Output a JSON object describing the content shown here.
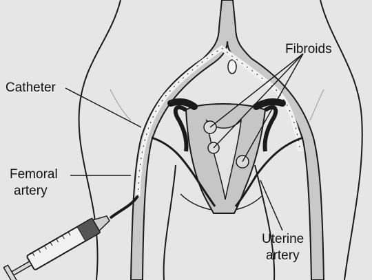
{
  "labels": {
    "catheter": "Catheter",
    "fibroids": "Fibroids",
    "femoral_artery_line1": "Femoral",
    "femoral_artery_line2": "artery",
    "uterine_artery_line1": "Uterine",
    "uterine_artery_line2": "artery"
  },
  "colors": {
    "skin": "#e6e6e6",
    "vessel": "#c9c9c9",
    "uterus": "#c6c6c6",
    "fibroid": "#dcdcdc",
    "outline": "#1a1a1a"
  }
}
